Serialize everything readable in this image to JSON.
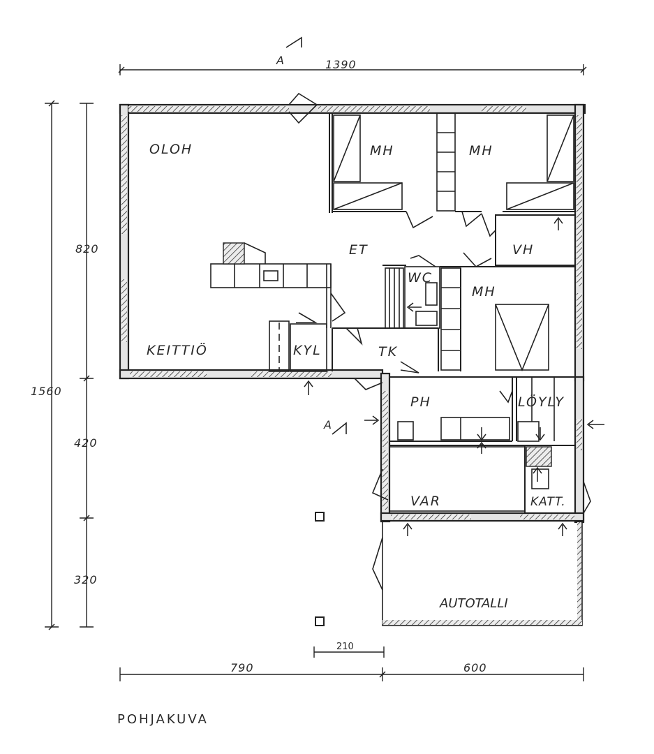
{
  "title": "POHJAKUVA",
  "section_marker": "A",
  "rooms": {
    "oloh": "OLOH",
    "keittio": "KEITTIÖ",
    "kyl": "KYL",
    "mh1": "MH",
    "mh2": "MH",
    "mh3": "MH",
    "et": "ET",
    "vh": "VH",
    "wc": "WC",
    "tk": "TK",
    "ph": "PH",
    "loyly": "LÖYLY",
    "var": "VAR",
    "katt": "KATT.",
    "autotalli": "AUTOTALLI"
  },
  "dimensions": {
    "total_width": "1390",
    "total_height": "1560",
    "upper_height": "820",
    "middle_height": "420",
    "lower_height": "320",
    "left_width": "790",
    "right_width": "600",
    "post_spacing": "210"
  }
}
